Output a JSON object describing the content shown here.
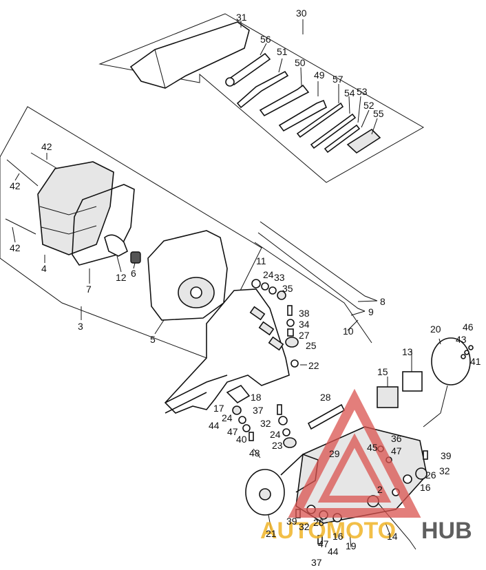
{
  "labels": {
    "l30": "30",
    "l31": "31",
    "l56": "56",
    "l51": "51",
    "l50": "50",
    "l49": "49",
    "l57": "57",
    "l54": "54",
    "l53": "53",
    "l52": "52",
    "l55": "55",
    "l42a": "42",
    "l42b": "42",
    "l42c": "42",
    "l4": "4",
    "l7": "7",
    "l12": "12",
    "l6": "6",
    "l5": "5",
    "l3": "3",
    "l11": "11",
    "l24a": "24",
    "l33": "33",
    "l35": "35",
    "l38": "38",
    "l34": "34",
    "l27": "27",
    "l25": "25",
    "l22": "22",
    "l8": "8",
    "l9": "9",
    "l10": "10",
    "l18": "18",
    "l17": "17",
    "l24b": "24",
    "l44a": "44",
    "l47a": "47",
    "l40": "40",
    "l37a": "37",
    "l32a": "32",
    "l24c": "24",
    "l23": "23",
    "l48": "48",
    "l28": "28",
    "l13": "13",
    "l15": "15",
    "l20": "20",
    "l46": "46",
    "l43": "43",
    "l41": "41",
    "l36": "36",
    "l45": "45",
    "l47b": "47",
    "l39a": "39",
    "l29": "29",
    "l26": "26",
    "l32b": "32",
    "l16a": "16",
    "l2": "2",
    "l21": "21",
    "l39b": "39",
    "l32c": "32",
    "l26b": "26",
    "l16b": "16",
    "l19": "19",
    "l47c": "47",
    "l44b": "44",
    "l37b": "37",
    "l14": "14"
  },
  "watermark": {
    "brand_part1": "AUTOMOTO",
    "brand_part2": "HUB",
    "color_triangle": "#d9534f",
    "color_part1": "#f0b429",
    "color_part2": "#444444"
  }
}
